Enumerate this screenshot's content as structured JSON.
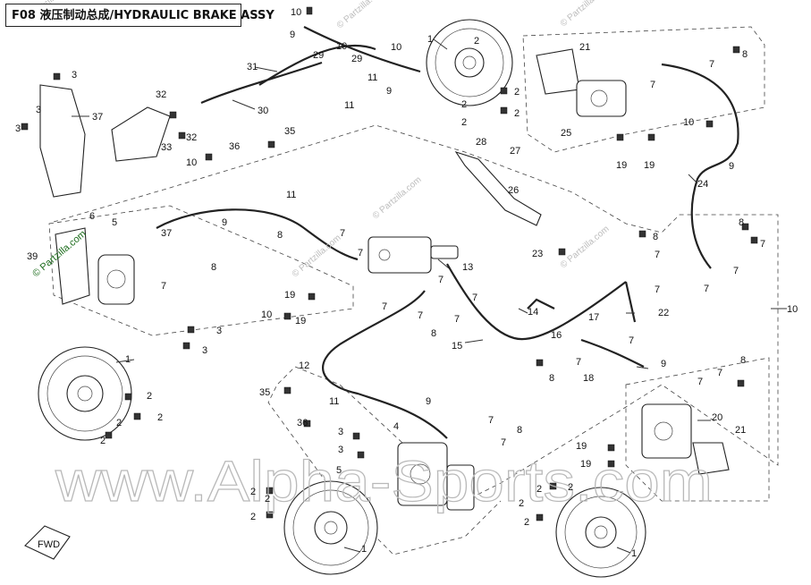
{
  "title": "F08 液压制动总成/HYDRAULIC BRAKE ASSY",
  "watermarks": {
    "main": "www.Alpha-Sports.com",
    "partzilla": "© Partzilla.com"
  },
  "fwd_label": "FWD",
  "callouts": [
    "1",
    "2",
    "3",
    "4",
    "5",
    "6",
    "7",
    "8",
    "9",
    "10",
    "11",
    "12",
    "13",
    "14",
    "15",
    "16",
    "17",
    "18",
    "19",
    "20",
    "21",
    "22",
    "23",
    "24",
    "25",
    "26",
    "27",
    "28",
    "29",
    "30",
    "31",
    "32",
    "33",
    "34",
    "35",
    "36",
    "37",
    "39"
  ],
  "colors": {
    "line": "#222222",
    "watermark": "#b9b9b9",
    "partzilla_green": "#1a6b1a"
  }
}
